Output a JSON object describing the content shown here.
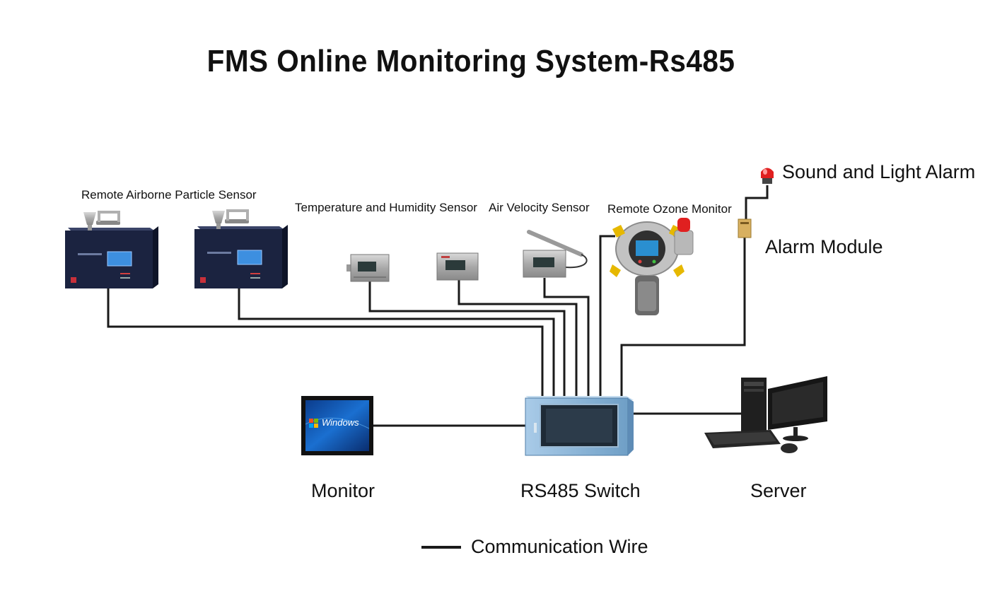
{
  "title": "FMS Online Monitoring System-Rs485",
  "labels": {
    "particle_sensor": "Remote Airborne Particle Sensor",
    "temp_humidity_sensor": "Temperature and Humidity Sensor",
    "air_velocity_sensor": "Air Velocity Sensor",
    "ozone_monitor": "Remote Ozone Monitor",
    "sound_light_alarm": "Sound and Light Alarm",
    "alarm_module": "Alarm Module",
    "monitor": "Monitor",
    "rs485_switch": "RS485 Switch",
    "server": "Server"
  },
  "screen_text": {
    "windows": "Windows"
  },
  "legend": {
    "communication_wire": "Communication Wire"
  },
  "colors": {
    "wire": "#1a1a1a",
    "device_dark": "#1b2340",
    "switch_body": "#7fb0d6",
    "alarm_red": "#e02020"
  }
}
